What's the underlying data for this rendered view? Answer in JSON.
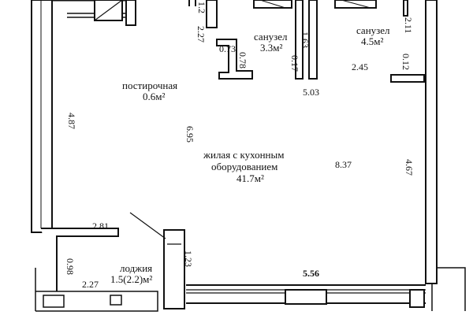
{
  "rooms": {
    "sanuzel_1": {
      "name": "санузел",
      "area": "3.3м²"
    },
    "sanuzel_2": {
      "name": "санузел",
      "area": "4.5м²"
    },
    "postirochnaya": {
      "name": "постирочная",
      "area": "0.6м²"
    },
    "living": {
      "line1": "жилая с кухонным",
      "line2": "оборудованием",
      "area": "41.7м²"
    },
    "loggia": {
      "name": "лоджия",
      "area": "1.5(2.2)м²"
    }
  },
  "dimensions": {
    "d_1_2": "1.2",
    "d_2_27": "2.27",
    "d_0_73": "0.73",
    "d_0_78": "0.78",
    "d_1_63": "1.63",
    "d_0_17": "0.17",
    "d_2_11": "2.11",
    "d_0_12": "0.12",
    "d_2_45": "2.45",
    "d_5_03": "5.03",
    "d_4_87": "4.87",
    "d_6_95": "6.95",
    "d_8_37": "8.37",
    "d_4_67": "4.67",
    "d_2_81": "2.81",
    "d_1_23": "1.23",
    "d_0_98": "0.98",
    "d_2_27b": "2.27",
    "d_5_56": "5.56"
  }
}
